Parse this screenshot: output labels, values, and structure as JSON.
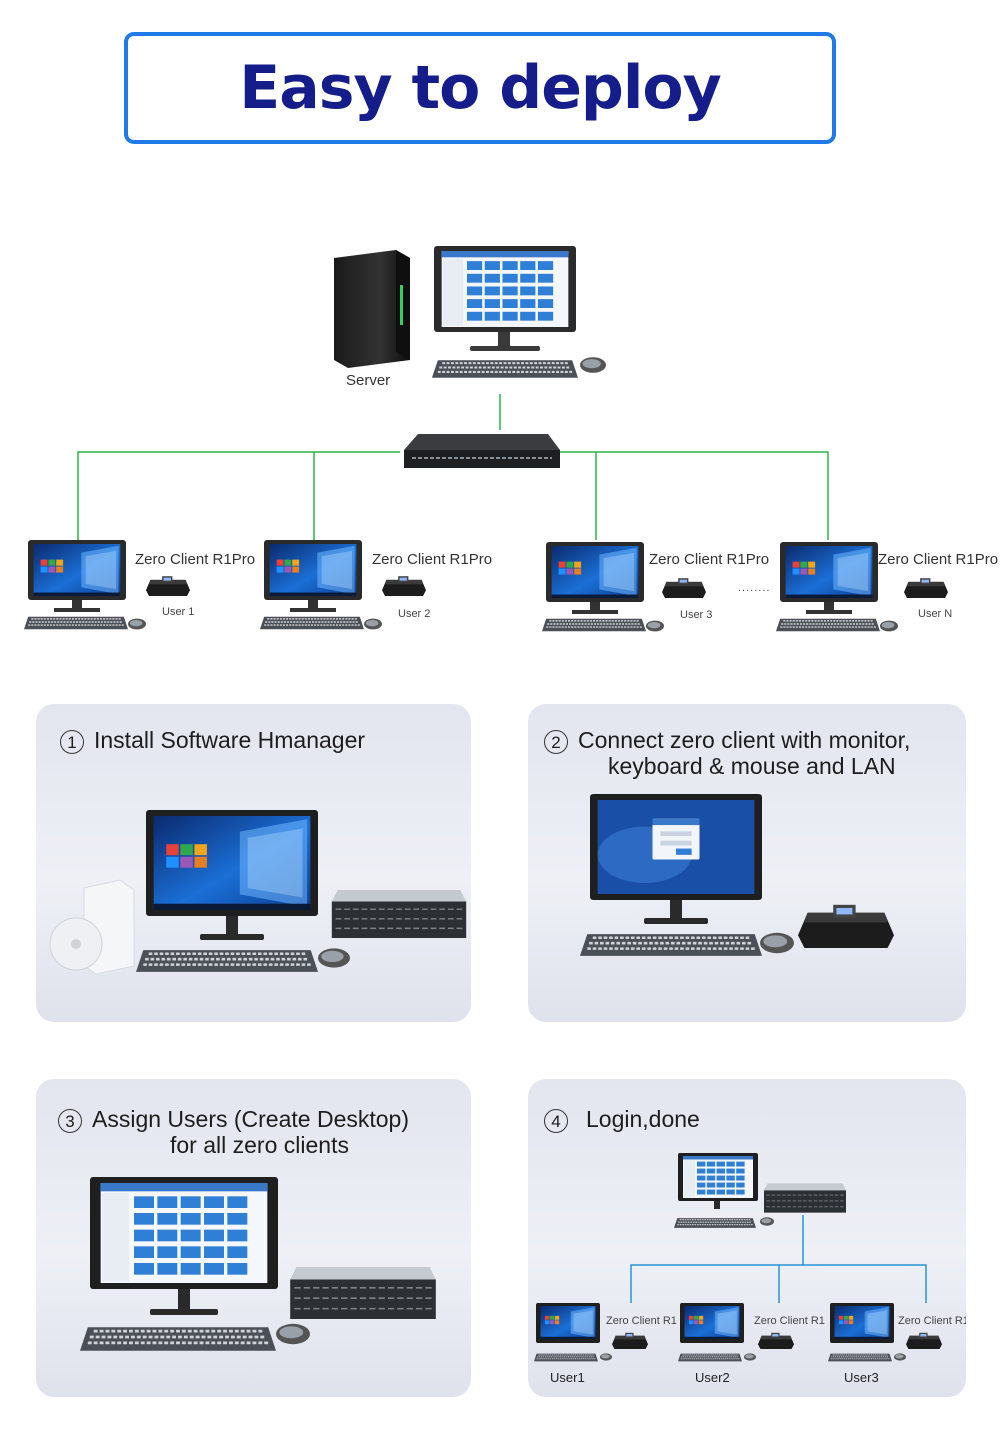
{
  "header": {
    "title": "Easy to deploy"
  },
  "topology": {
    "server_label": "Server",
    "clients": [
      {
        "device_label": "Zero Client R1Pro",
        "user_label": "User 1"
      },
      {
        "device_label": "Zero Client R1Pro",
        "user_label": "User 2"
      },
      {
        "device_label": "Zero Client R1Pro",
        "user_label": "User 3"
      },
      {
        "device_label": "Zero Client R1Pro",
        "user_label": "User N"
      }
    ],
    "ellipsis": "........"
  },
  "steps": [
    {
      "number": "1",
      "title": "Install Software Hmanager"
    },
    {
      "number": "2",
      "title_line1": "Connect zero client with monitor,",
      "title_line2": "keyboard & mouse and LAN"
    },
    {
      "number": "3",
      "title_line1": "Assign Users (Create Desktop)",
      "title_line2": "for all zero clients"
    },
    {
      "number": "4",
      "title": "Login,done",
      "clients": [
        {
          "device_label": "Zero Client R1",
          "user_label": "User1"
        },
        {
          "device_label": "Zero Client R1",
          "user_label": "User2"
        },
        {
          "device_label": "Zero Client R1",
          "user_label": "User3"
        }
      ]
    }
  ],
  "colors": {
    "title_border": "#1e7be8",
    "title_text": "#151d8a",
    "link_green": "#2db34a",
    "link_blue": "#2a93d5"
  }
}
